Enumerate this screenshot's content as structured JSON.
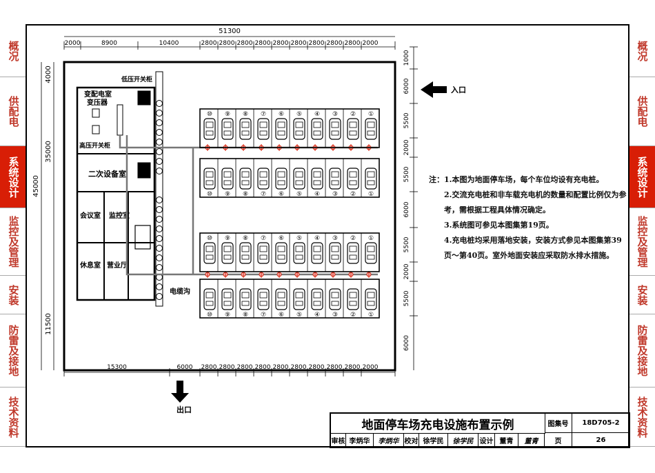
{
  "sidebar_left": [
    {
      "label": "概况",
      "active": false
    },
    {
      "label": "供配电",
      "active": false
    },
    {
      "label": "系统设计",
      "active": true
    },
    {
      "label": "监控及管理",
      "active": false
    },
    {
      "label": "安装",
      "active": false
    },
    {
      "label": "防雷及接地",
      "active": false
    },
    {
      "label": "技术资料",
      "active": false
    }
  ],
  "sidebar_right": [
    {
      "label": "概况",
      "active": false
    },
    {
      "label": "供配电",
      "active": false
    },
    {
      "label": "系统设计",
      "active": true
    },
    {
      "label": "监控及管理",
      "active": false
    },
    {
      "label": "安装",
      "active": false
    },
    {
      "label": "防雷及接地",
      "active": false
    },
    {
      "label": "技术资料",
      "active": false
    }
  ],
  "dimensions": {
    "top_total": "51300",
    "top_segments": [
      "2000",
      "8900",
      "10400",
      "2800",
      "2800",
      "2800",
      "2800",
      "2800",
      "2800",
      "2800",
      "2800",
      "2800",
      "2000"
    ],
    "bottom_segments": [
      "15300",
      "6000",
      "2800",
      "2800",
      "2800",
      "2800",
      "2800",
      "2800",
      "2800",
      "2800",
      "2800",
      "2000"
    ],
    "left_total": "45000",
    "left_segments": [
      "4000",
      "35000",
      "11500"
    ],
    "right_segments": [
      "1000",
      "6000",
      "5500",
      "2000",
      "5500",
      "6000",
      "5500",
      "2000",
      "5500",
      "6000"
    ]
  },
  "rooms": {
    "substation": "变配电室",
    "transformer": "变压器",
    "low_voltage": "低压开关柜",
    "high_voltage": "高压开关柜",
    "secondary": "二次设备室",
    "meeting": "会议室",
    "monitor": "监控室",
    "rest": "休息室",
    "business": "营业厅",
    "cable_trench": "电缆沟"
  },
  "stalls": [
    "⑩",
    "⑨",
    "⑧",
    "⑦",
    "⑥",
    "⑤",
    "④",
    "③",
    "②",
    "①"
  ],
  "entrance": "入口",
  "exit": "出口",
  "notes": {
    "lead": "注：",
    "items": [
      "1.本图为地面停车场，每个车位均设有充电桩。",
      "2.交流充电桩和非车载充电机的数量和配置比例仅为参考，需根据工程具体情况确定。",
      "3.系统图可参见本图集第19页。",
      "4.充电桩均采用落地安装，安装方式参见本图集第39页～第40页。室外地面安装应采取防水排水措施。"
    ]
  },
  "title_block": {
    "title": "地面停车场充电设施布置示例",
    "atlas_label": "图集号",
    "atlas_no": "18D705-2",
    "review_label": "审核",
    "reviewer": "李炳华",
    "reviewer_sig": "李炳华",
    "check_label": "校对",
    "checker": "徐学民",
    "checker_sig": "徐学民",
    "design_label": "设计",
    "designer": "董青",
    "designer_sig": "董青",
    "page_label": "页",
    "page_no": "26"
  }
}
